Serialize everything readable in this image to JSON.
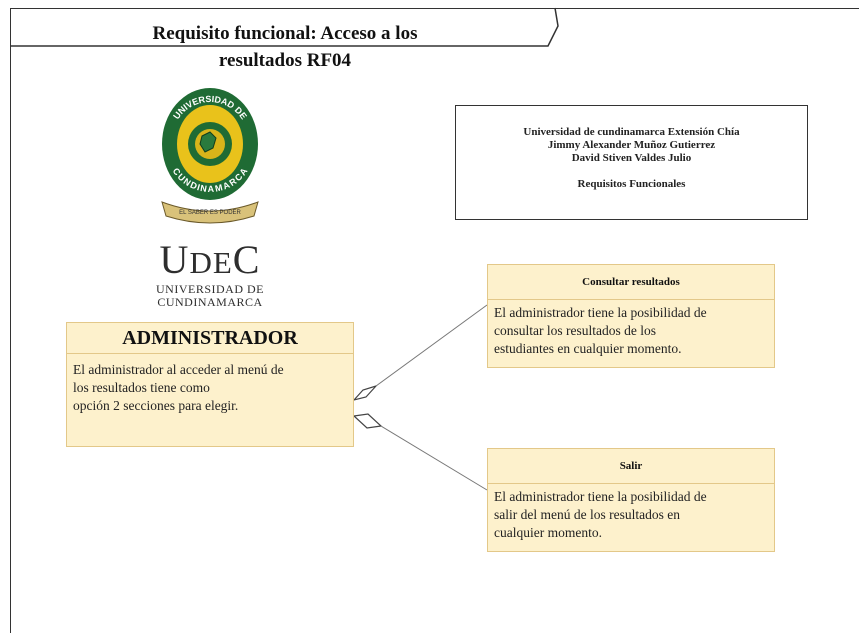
{
  "title": {
    "line1": "Requisito funcional: Acceso a los",
    "line2": "resultados RF04"
  },
  "logo": {
    "arc_top": "UNIVERSIDAD DE",
    "arc_bottom": "CUNDINAMARCA",
    "ribbon": "EL SABER ES PODER"
  },
  "brand": {
    "main_u": "U",
    "main_de": "DE",
    "main_c": "C",
    "sub1": "UNIVERSIDAD DE",
    "sub2": "CUNDINAMARCA"
  },
  "info": {
    "line1": "Universidad de cundinamarca Extensión Chía",
    "line2": "Jimmy Alexander Muñoz Gutierrez",
    "line3": "David Stiven Valdes Julio",
    "line4": "Requisitos Funcionales"
  },
  "admin": {
    "title": "ADMINISTRADOR",
    "line1": "El administrador al acceder al menú de",
    "line2": "los resultados tiene como",
    "line3": "opción 2 secciones para elegir."
  },
  "consultar": {
    "title": "Consultar resultados",
    "line1": "El administrador tiene la posibilidad de",
    "line2": "consultar los resultados de los",
    "line3": "estudiantes en cualquier momento."
  },
  "salir": {
    "title": "Salir",
    "line1": "El administrador tiene la posibilidad de",
    "line2": "salir del menú de los resultados en",
    "line3": "cualquier momento."
  },
  "colors": {
    "card_fill": "#fdf1cc",
    "card_border": "#e3c889",
    "logo_green": "#1f6b34",
    "logo_gold": "#e9c21b"
  }
}
